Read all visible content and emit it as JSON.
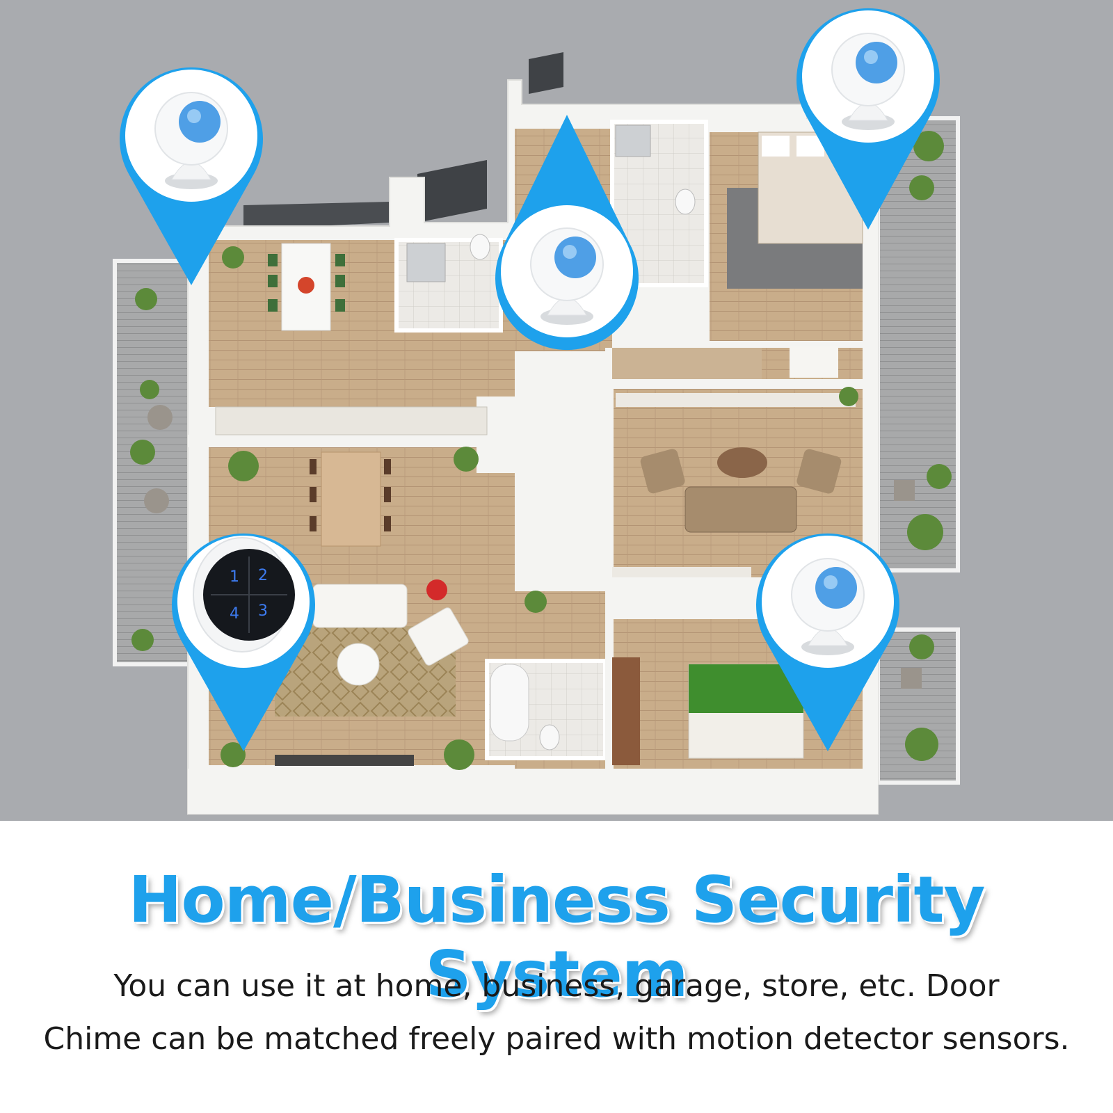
{
  "headline": "Home/Business Security System",
  "description_line1": "You can use it at home, business, garage, store, etc. Door",
  "description_line2": "Chime can be matched freely paired with motion detector sensors.",
  "receiver_keys": [
    "1",
    "2",
    "4",
    "3"
  ],
  "colors": {
    "accent_blue": "#1ea1ec",
    "floor_wood": "#c9ad8a",
    "wall_white": "#f4f4f2",
    "background_gray": "#a9abaf"
  },
  "icons": {
    "motion_sensor": "pir-motion-sensor-icon",
    "receiver": "door-chime-receiver-icon"
  }
}
